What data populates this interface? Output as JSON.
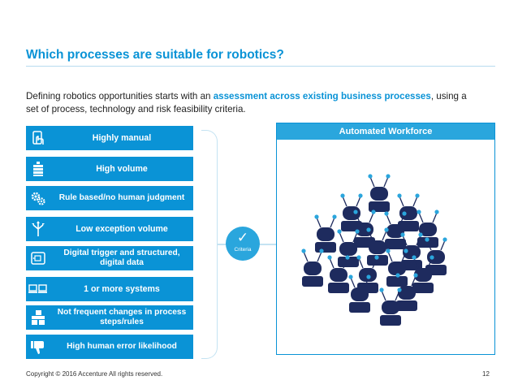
{
  "slide": {
    "title": "Which processes are suitable for robotics?",
    "intro": {
      "part1": "Defining robotics opportunities starts with an ",
      "highlight": "assessment across existing business processes",
      "part2": ", using a set of process, technology and risk feasibility criteria."
    },
    "criteria": [
      {
        "label": "Highly manual",
        "icon": "hand-touch-icon"
      },
      {
        "label": "High volume",
        "icon": "stacked-blocks-icon"
      },
      {
        "label": "Rule based/no human judgment",
        "icon": "gears-icon"
      },
      {
        "label": "Low exception volume",
        "icon": "branch-arrows-icon"
      },
      {
        "label": "Digital trigger and structured, digital data",
        "icon": "tablet-icon"
      },
      {
        "label": "1 or more systems",
        "icon": "computers-icon"
      },
      {
        "label": "Not frequent changes in process steps/rules",
        "icon": "document-stack-icon"
      },
      {
        "label": "High human error likelihood",
        "icon": "thumbs-down-icon"
      }
    ],
    "badge": {
      "check": "✓",
      "label": "Criteria"
    },
    "workforce_title": "Automated Workforce",
    "footer": "Copyright © 2016 Accenture All rights reserved.",
    "page_number": "12"
  },
  "colors": {
    "accent": "#0a93d6",
    "light_accent": "#2aa6dd",
    "robot": "#1e2b5e",
    "line": "#c4e3f2"
  }
}
